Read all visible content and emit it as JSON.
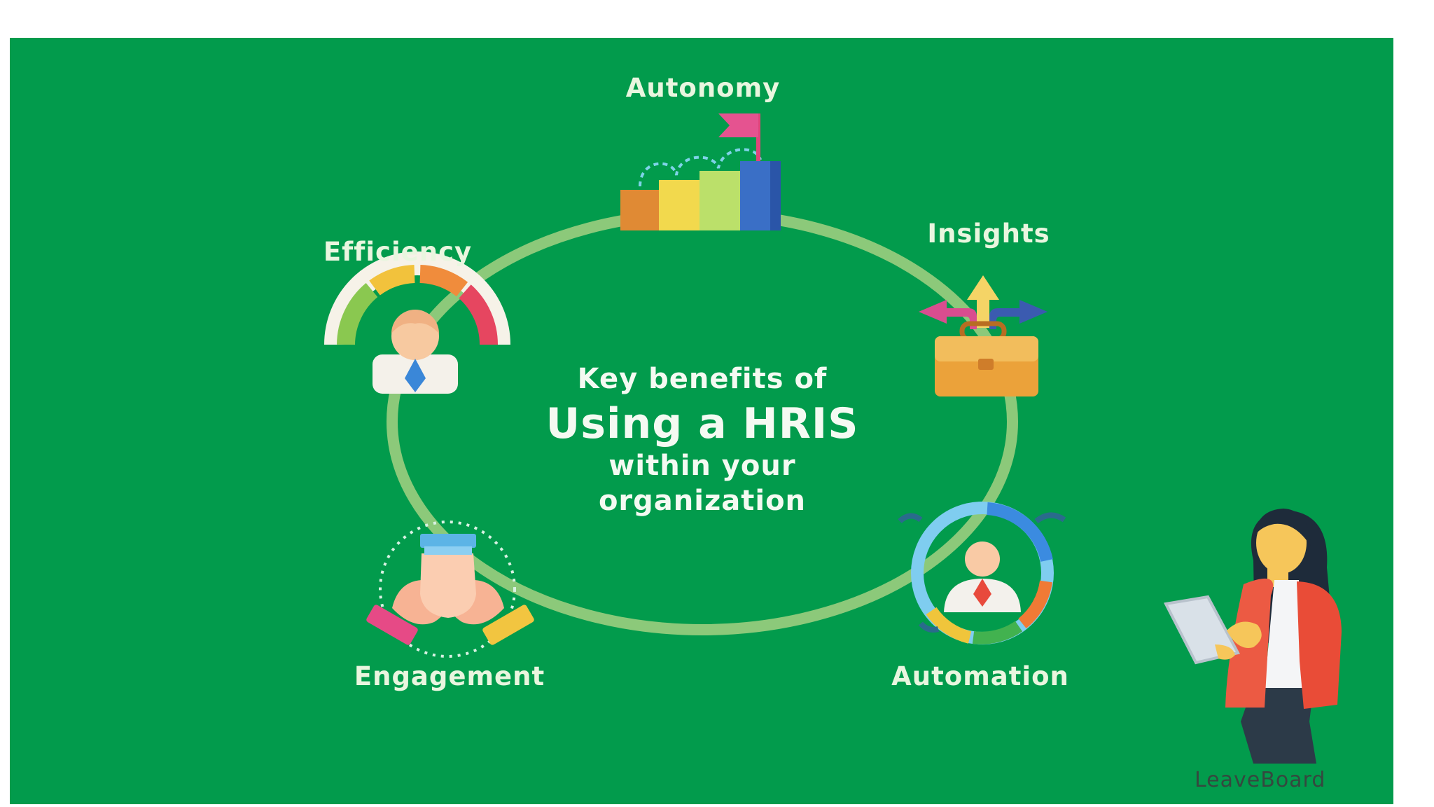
{
  "labels": {
    "autonomy": "Autonomy",
    "insights": "Insights",
    "efficiency": "Efficiency",
    "engagement": "Engagement",
    "automation": "Automation"
  },
  "center": {
    "line1": "Key benefits of",
    "line2": "Using a HRIS",
    "line3": "within your",
    "line4": "organization"
  },
  "brand": "LeaveBoard",
  "icons": {
    "autonomy": "bar-chart-flag-icon",
    "insights": "briefcase-arrows-icon",
    "efficiency": "gauge-person-icon",
    "engagement": "stacked-hands-icon",
    "automation": "person-cycle-icon",
    "presenter": "woman-with-tablet-illustration"
  },
  "colors": {
    "background": "#029b4c",
    "ring": "#8cc97a",
    "label_text": "#e9f6df",
    "brand_text": "#35483f"
  }
}
